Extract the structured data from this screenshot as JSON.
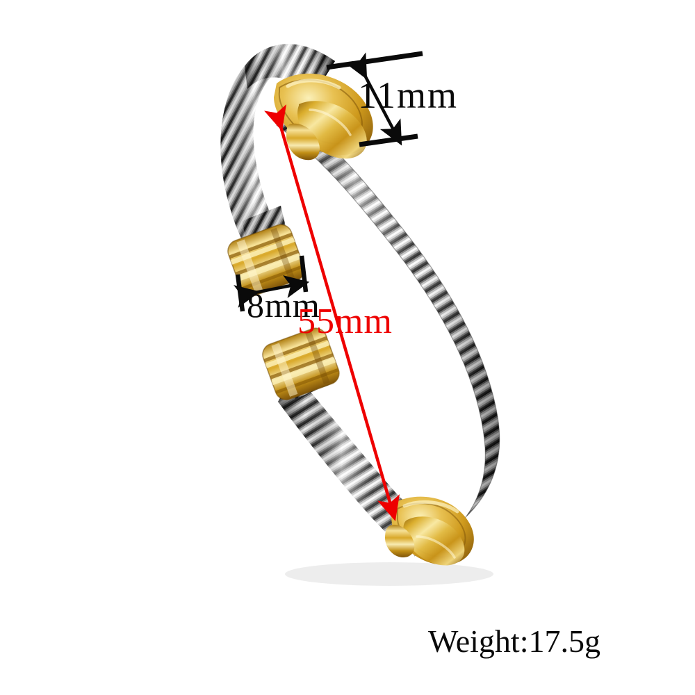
{
  "product": {
    "name": "twisted-cable-bangle-bracelet",
    "material_look": "stainless-steel-cable-with-gold-accents",
    "background": "#ffffff"
  },
  "colors": {
    "steel_dark": "#1c1c1c",
    "steel_mid": "#8a8a8a",
    "steel_light": "#f2f2f2",
    "gold_dark": "#9c6f10",
    "gold_mid": "#d4a820",
    "gold_light": "#f7e79a",
    "annotation_black": "#0a0a0a",
    "annotation_red": "#ee0000"
  },
  "annotations": {
    "width_callout": {
      "label": "11mm",
      "color": "#0a0a0a",
      "orientation": "diagonal",
      "describes": "gold-crossover-station-width"
    },
    "cap_callout": {
      "label": "8mm",
      "color": "#0a0a0a",
      "orientation": "horizontal",
      "describes": "gold-end-cap-width"
    },
    "diameter_callout": {
      "label": "55mm",
      "color": "#ee0000",
      "orientation": "diagonal",
      "describes": "inner-diameter-across-bangle"
    }
  },
  "specs": {
    "weight_text": "Weight:17.5g",
    "weight_value": "17.5",
    "weight_unit": "g"
  }
}
